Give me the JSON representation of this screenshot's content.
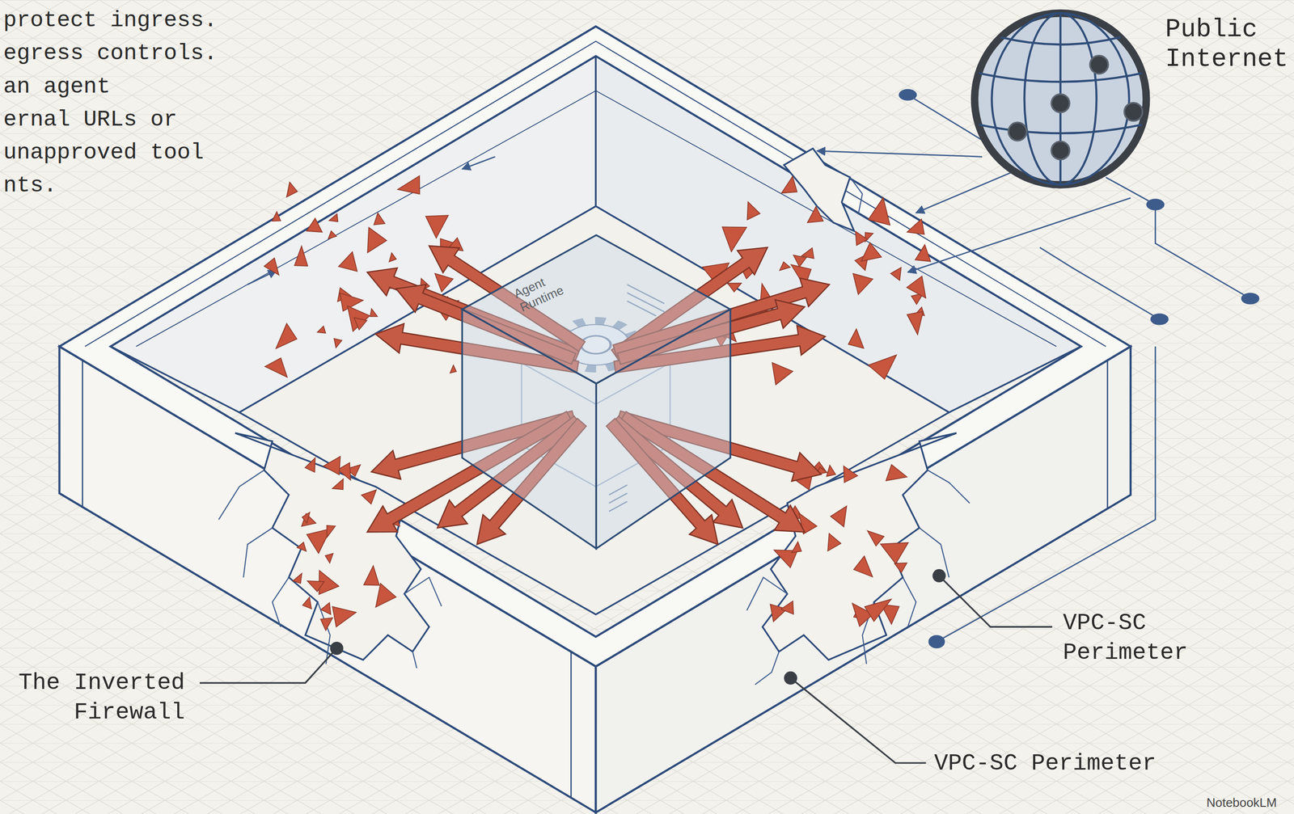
{
  "diagram": {
    "nodes": [
      {
        "text": [
          "Public Internet"
        ]
      },
      {
        "text": [
          "Agent Runtime"
        ]
      }
    ],
    "labels": [
      "protect ingress.",
      "egress controls.",
      "an agent",
      "ernal URLs or",
      "unapproved tool",
      "nts.",
      "The Inverted Firewall",
      "VPC-SC Perimeter",
      "VPC-SC Perimeter",
      "NotebookLM"
    ]
  }
}
